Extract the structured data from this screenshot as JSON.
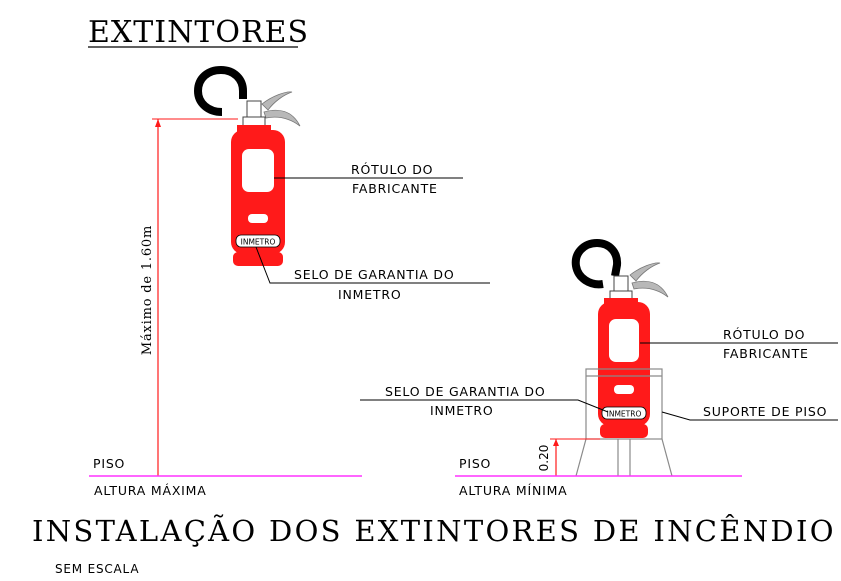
{
  "heading": "EXTINTORES",
  "title": "INSTALAÇÃO DOS EXTINTORES DE INCÊNDIO",
  "scale_note": "SEM ESCALA",
  "colors": {
    "extinguisher": "#ff1a1a",
    "dimension": "#ff1a1a",
    "floor": "#ff33ff",
    "handle": "#b8b8b8"
  },
  "left": {
    "height_label": "Máximo de 1.60m",
    "label_fabricante_1": "RÓTULO DO",
    "label_fabricante_2": "FABRICANTE",
    "label_selo_1": "SELO DE GARANTIA DO",
    "label_selo_2": "INMETRO",
    "badge": "INMETRO",
    "floor_label": "PISO",
    "caption": "ALTURA MÁXIMA"
  },
  "right": {
    "height_label": "0.20",
    "label_fabricante_1": "RÓTULO DO",
    "label_fabricante_2": "FABRICANTE",
    "label_selo_1": "SELO DE GARANTIA DO",
    "label_selo_2": "INMETRO",
    "label_suporte": "SUPORTE DE PISO",
    "badge": "INMETRO",
    "floor_label": "PISO",
    "caption": "ALTURA MÍNIMA"
  }
}
